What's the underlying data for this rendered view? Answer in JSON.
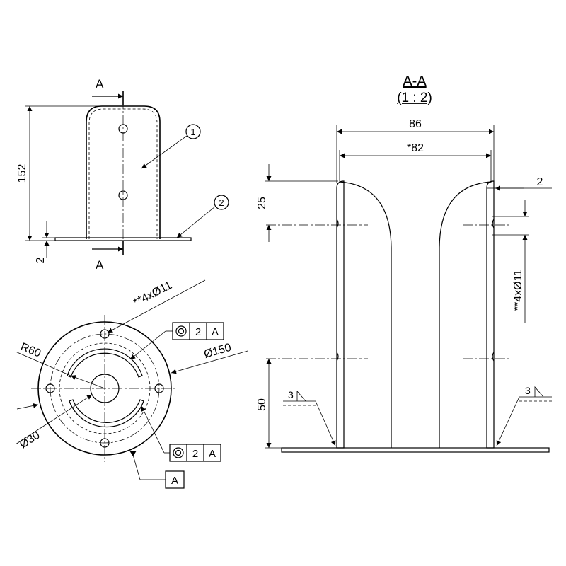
{
  "front_view": {
    "section_mark_top": "A",
    "section_mark_bottom": "A",
    "dim_height": "152",
    "dim_plate": "2",
    "balloon_1": "1",
    "balloon_2": "2"
  },
  "plan_view": {
    "note_holes": "**4xØ11",
    "dim_radius": "R60",
    "dim_outer_diameter": "Ø150",
    "dim_inner_diameter": "Ø30",
    "fcf_top": {
      "value": "2",
      "datum": "A"
    },
    "fcf_bottom": {
      "value": "2",
      "datum": "A"
    },
    "datum_label": "A"
  },
  "section_view": {
    "title": "A-A",
    "scale": "(1 : 2)",
    "dim_outer_width": "86",
    "dim_inner_width": "*82",
    "dim_wall": "2",
    "dim_top": "25",
    "dim_bottom": "50",
    "note_holes": "**4xØ11",
    "weld_left": "3",
    "weld_right": "3"
  }
}
